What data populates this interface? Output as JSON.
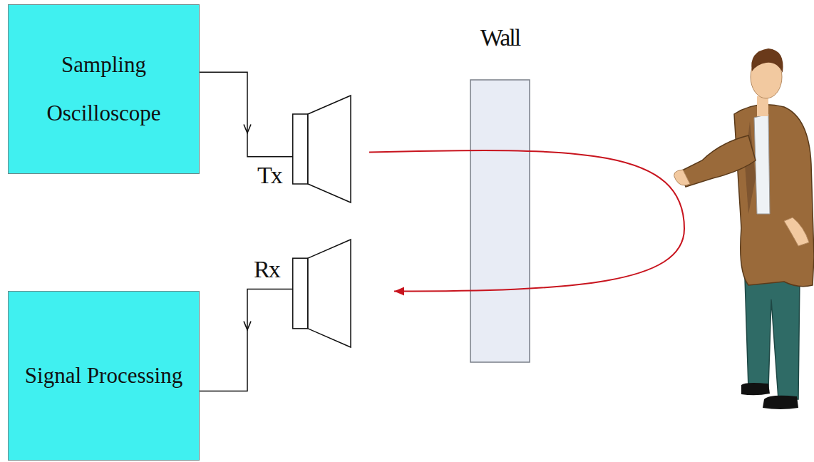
{
  "diagram": {
    "nodes": [
      {
        "text": [
          "Sampling Oscilloscope"
        ]
      },
      {
        "text": [
          "Tx"
        ]
      },
      {
        "text": [
          "Rx"
        ]
      },
      {
        "text": [
          "Signal Processing"
        ]
      },
      {
        "text": [
          "Wall"
        ]
      }
    ],
    "edges": [
      {
        "from": 0,
        "to": 1,
        "arrow": "to"
      },
      {
        "from": 2,
        "to": 3,
        "arrow": "to"
      },
      {
        "from": 1,
        "to": 2,
        "arrow": "to"
      }
    ]
  }
}
